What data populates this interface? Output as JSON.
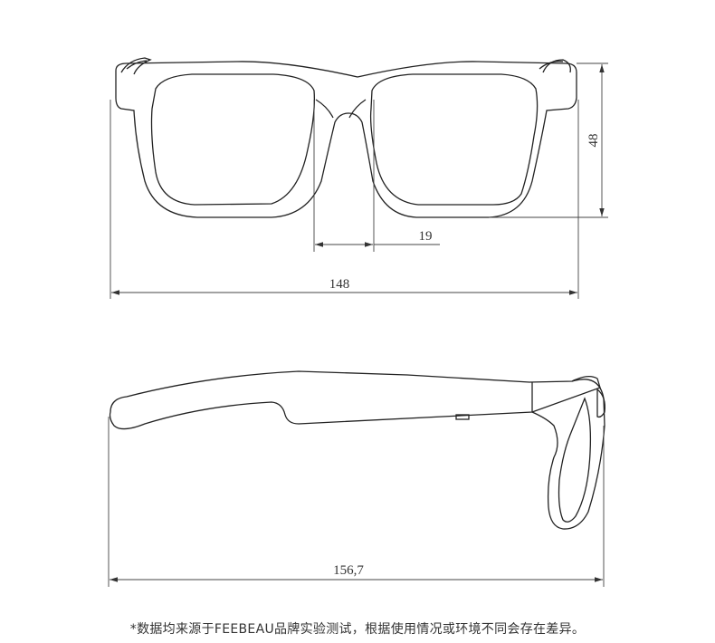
{
  "dimensions": {
    "frame_height": "48",
    "bridge_width": "19",
    "frame_width": "148",
    "temple_length": "156,7"
  },
  "note": "*数据均来源于FEEBEAU品牌实验测试，根据使用情况或环境不同会存在差异。"
}
